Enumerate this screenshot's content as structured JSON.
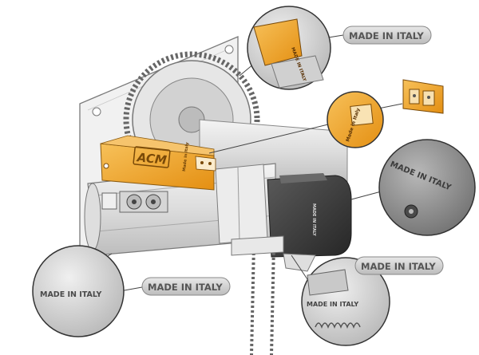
{
  "illustration": {
    "labels": {
      "made_in_italy_top": "MADE IN ITALY",
      "made_in_italy_bottom_left": "MADE IN ITALY",
      "made_in_italy_bottom_right": "MADE IN ITALY",
      "engraved_round_right": "MADE IN ITALY",
      "engraved_round_left": "MADE IN ITALY",
      "engraved_round_bottom": "MADE IN ITALY",
      "engraved_round_mid": "Made in Italy",
      "engraved_round_top": "MADE IN ITALY"
    },
    "brand": {
      "logo_text": "ACM",
      "box_side_text": "Made in Italy",
      "motor_side_text": "MADE IN ITALY"
    },
    "colors": {
      "accent_orange": "#f2a32a",
      "motor_dark": "#3a3a3a",
      "label_fill": "#d9d9d9"
    }
  }
}
